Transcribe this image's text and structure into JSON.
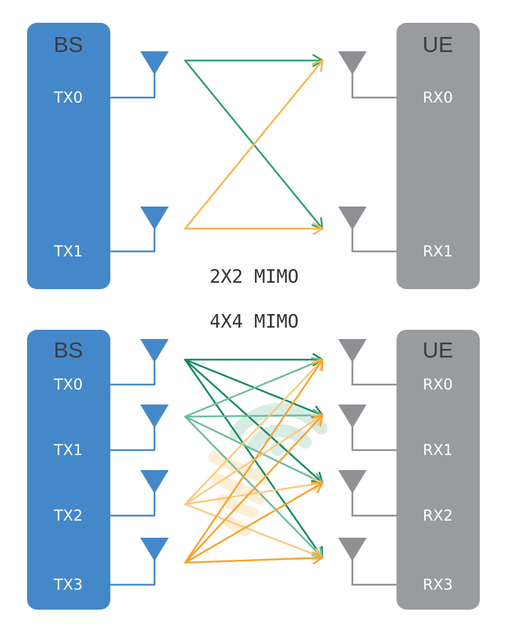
{
  "colors": {
    "bs_fill": "#4588c9",
    "ue_fill": "#999b9e",
    "rx_antenna": "#8e9093",
    "path_green": "#2e9e73",
    "path_green_dark": "#128a5e",
    "path_green_light": "#6dbd9c",
    "path_orange": "#f5b551",
    "path_orange_dark": "#f4a42c",
    "path_orange_light": "#fac97e",
    "watermark_green": "#d9ece4",
    "watermark_orange": "#fdeed7"
  },
  "diagrams": [
    {
      "id": "mimo-2x2",
      "caption": "2X2 MIMO",
      "bs": {
        "title": "BS",
        "ports": [
          "TX0",
          "TX1"
        ]
      },
      "ue": {
        "title": "UE",
        "ports": [
          "RX0",
          "RX1"
        ]
      },
      "links": [
        {
          "from": 0,
          "to": 0,
          "tone": "path_green"
        },
        {
          "from": 0,
          "to": 1,
          "tone": "path_green"
        },
        {
          "from": 1,
          "to": 0,
          "tone": "path_orange"
        },
        {
          "from": 1,
          "to": 1,
          "tone": "path_orange"
        }
      ]
    },
    {
      "id": "mimo-4x4",
      "caption": "4X4 MIMO",
      "bs": {
        "title": "BS",
        "ports": [
          "TX0",
          "TX1",
          "TX2",
          "TX3"
        ]
      },
      "ue": {
        "title": "UE",
        "ports": [
          "RX0",
          "RX1",
          "RX2",
          "RX3"
        ]
      },
      "links": [
        {
          "from": 0,
          "to": 0,
          "tone": "path_green_dark"
        },
        {
          "from": 0,
          "to": 1,
          "tone": "path_green_dark"
        },
        {
          "from": 0,
          "to": 2,
          "tone": "path_green_dark"
        },
        {
          "from": 0,
          "to": 3,
          "tone": "path_green_dark"
        },
        {
          "from": 1,
          "to": 0,
          "tone": "path_green_light"
        },
        {
          "from": 1,
          "to": 1,
          "tone": "path_green_light"
        },
        {
          "from": 1,
          "to": 2,
          "tone": "path_green_light"
        },
        {
          "from": 1,
          "to": 3,
          "tone": "path_green_light"
        },
        {
          "from": 2,
          "to": 0,
          "tone": "path_orange_light"
        },
        {
          "from": 2,
          "to": 1,
          "tone": "path_orange_light"
        },
        {
          "from": 2,
          "to": 2,
          "tone": "path_orange_light"
        },
        {
          "from": 2,
          "to": 3,
          "tone": "path_orange_light"
        },
        {
          "from": 3,
          "to": 0,
          "tone": "path_orange_dark"
        },
        {
          "from": 3,
          "to": 1,
          "tone": "path_orange_dark"
        },
        {
          "from": 3,
          "to": 2,
          "tone": "path_orange_dark"
        },
        {
          "from": 3,
          "to": 3,
          "tone": "path_orange_dark"
        }
      ]
    }
  ]
}
